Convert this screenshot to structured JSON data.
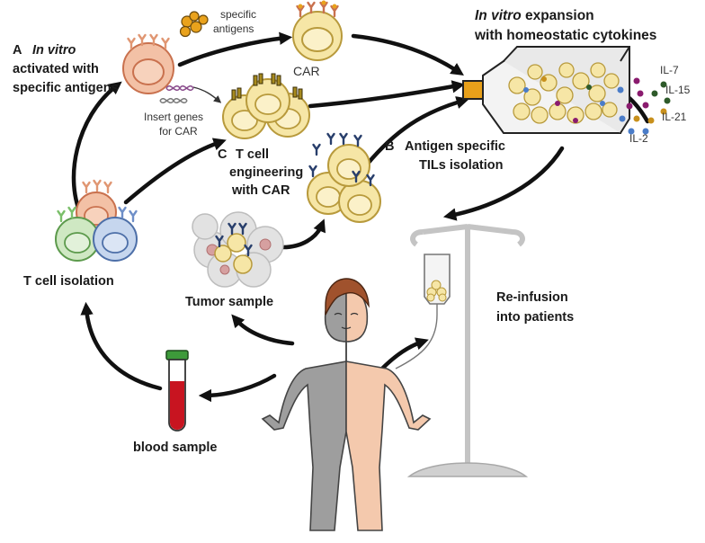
{
  "labels": {
    "step_a_letter": "A",
    "step_a_line1": "In vitro",
    "step_a_line2": "activated with",
    "step_a_line3": "specific antigens",
    "specific_antigens_line1": "specific",
    "specific_antigens_line2": "antigens",
    "car": "CAR",
    "insert_genes_line1": "Insert genes",
    "insert_genes_line2": "for CAR",
    "step_c_letter": "C",
    "step_c_line1": "T cell",
    "step_c_line2": "engineering",
    "step_c_line3": "with CAR",
    "step_b_letter": "B",
    "step_b_line1": "Antigen specific",
    "step_b_line2": "TILs isolation",
    "expansion_italic": "In vitro",
    "expansion_rest": " expansion",
    "expansion_line2": "with homeostatic cytokines",
    "il7": "IL-7",
    "il15": "IL-15",
    "il21": "IL-21",
    "il2": "IL-2",
    "t_cell_isolation": "T cell isolation",
    "tumor_sample": "Tumor sample",
    "reinfusion_line1": "Re-infusion",
    "reinfusion_line2": "into patients",
    "blood_sample": "blood sample"
  },
  "colors": {
    "t_cell_yellow": "#f6e6a6",
    "t_cell_orange": "#f3c1a6",
    "t_cell_green": "#cfe8c3",
    "t_cell_blue": "#c6d6ee",
    "antigen": "#e9a21c",
    "receptor_dark": "#283e6b",
    "car_receptor": "#a78a1e",
    "blood_red": "#c81420",
    "tube_cap_green": "#3d9a3a",
    "body_gray": "#9e9e9e",
    "body_skin": "#f4c9ad",
    "flask_cap": "#e8a01a",
    "cytokine_blue": "#4a7cc8",
    "cytokine_purple": "#8a1b6e",
    "cytokine_green": "#2e5a2a",
    "cytokine_gold": "#c8901c"
  },
  "icons": [
    "t-cell-icon",
    "antigen-icon",
    "dna-icon",
    "flask-icon",
    "tumor-cell-icon",
    "blood-tube-icon",
    "iv-bag-icon",
    "iv-stand-icon",
    "patient-figure-icon",
    "cytokine-icon"
  ]
}
